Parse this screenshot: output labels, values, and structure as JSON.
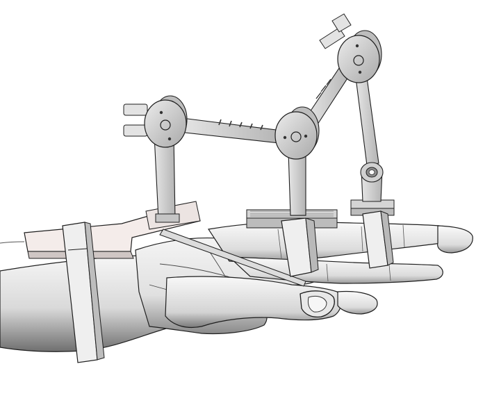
{
  "image": {
    "subject": "exoskeleton-hand-cad-render",
    "background_color": "#ffffff",
    "colors": {
      "hand_fill": "#f2f2f2",
      "hand_shade": "#a8a8a8",
      "hand_dark": "#5a5a5a",
      "mechanism_fill": "#dcdcdc",
      "mechanism_shade": "#9d9d9d",
      "outline": "#1e1e1e",
      "strap_fill": "#efefef",
      "base_plate_fill": "#f4ecea"
    },
    "components": {
      "joint_discs": [
        "left-joint",
        "middle-joint",
        "top-joint"
      ],
      "links": [
        "left-vertical-link",
        "middle-vertical-link",
        "right-vertical-link",
        "upper-horizontal-link",
        "diagonal-link"
      ],
      "straps": [
        "wrist-strap",
        "index-strap",
        "middle-strap"
      ]
    }
  }
}
